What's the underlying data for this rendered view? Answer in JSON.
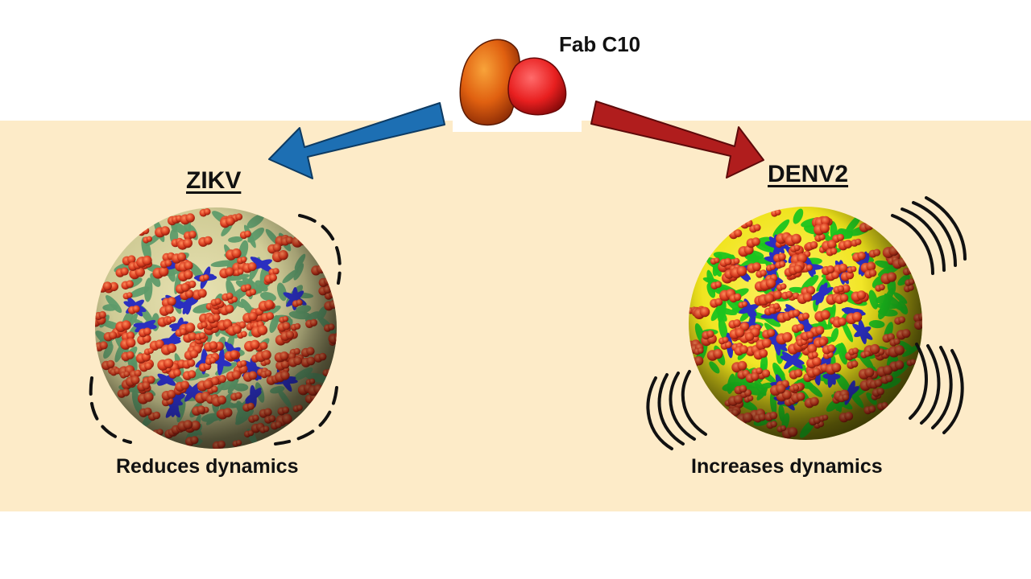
{
  "colors": {
    "band": "#fdebc8",
    "arrow_left": "#1d6fb3",
    "arrow_right": "#b01d1d",
    "fab_heavy": "#e06010",
    "fab_light": "#e81f1f",
    "zikv_surface": "#c9c58e",
    "zikv_green": "#5e9b6a",
    "denv_surface": "#efe31a",
    "denv_green": "#1bc41f",
    "domain_blue": "#2b2fc0",
    "spike": "#d63a1e"
  },
  "fab": {
    "label": "Fab C10",
    "icon": "fab-antibody-icon"
  },
  "zikv": {
    "title": "ZIKV",
    "caption": "Reduces dynamics",
    "icon": "zikv-virion-icon"
  },
  "denv2": {
    "title": "DENV2",
    "caption": "Increases dynamics",
    "icon": "denv2-virion-icon"
  }
}
